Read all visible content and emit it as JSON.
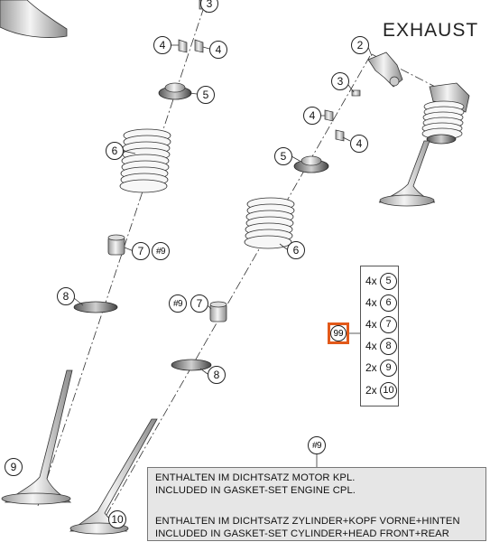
{
  "title": "EXHAUST",
  "callouts": {
    "c3a": "3",
    "c4a": "4",
    "c4b": "4",
    "c5a": "5",
    "c6a": "6",
    "c7a": "7",
    "c9a": "#9",
    "c8a": "8",
    "c9b": "9",
    "c2": "2",
    "c3b": "3",
    "c4c": "4",
    "c4d": "4",
    "c5b": "5",
    "c6b": "6",
    "c9c": "#9",
    "c7b": "7",
    "c8b": "8",
    "c10": "10",
    "c9d": "#9"
  },
  "highlighted_callout": "99",
  "quantities": [
    {
      "qty": "4x",
      "part": "5"
    },
    {
      "qty": "4x",
      "part": "6"
    },
    {
      "qty": "4x",
      "part": "7"
    },
    {
      "qty": "4x",
      "part": "8"
    },
    {
      "qty": "2x",
      "part": "9"
    },
    {
      "qty": "2x",
      "part": "10"
    }
  ],
  "notes": {
    "line1": "ENTHALTEN IM DICHTSATZ MOTOR KPL.",
    "line2": "INCLUDED IN GASKET-SET ENGINE CPL.",
    "line3": "ENTHALTEN IM DICHTSATZ ZYLINDER+KOPF VORNE+HINTEN",
    "line4": "INCLUDED IN GASKET-SET CYLINDER+HEAD FRONT+REAR"
  },
  "colors": {
    "highlight": "#e2591a",
    "note_bg": "#e6e6e6"
  }
}
